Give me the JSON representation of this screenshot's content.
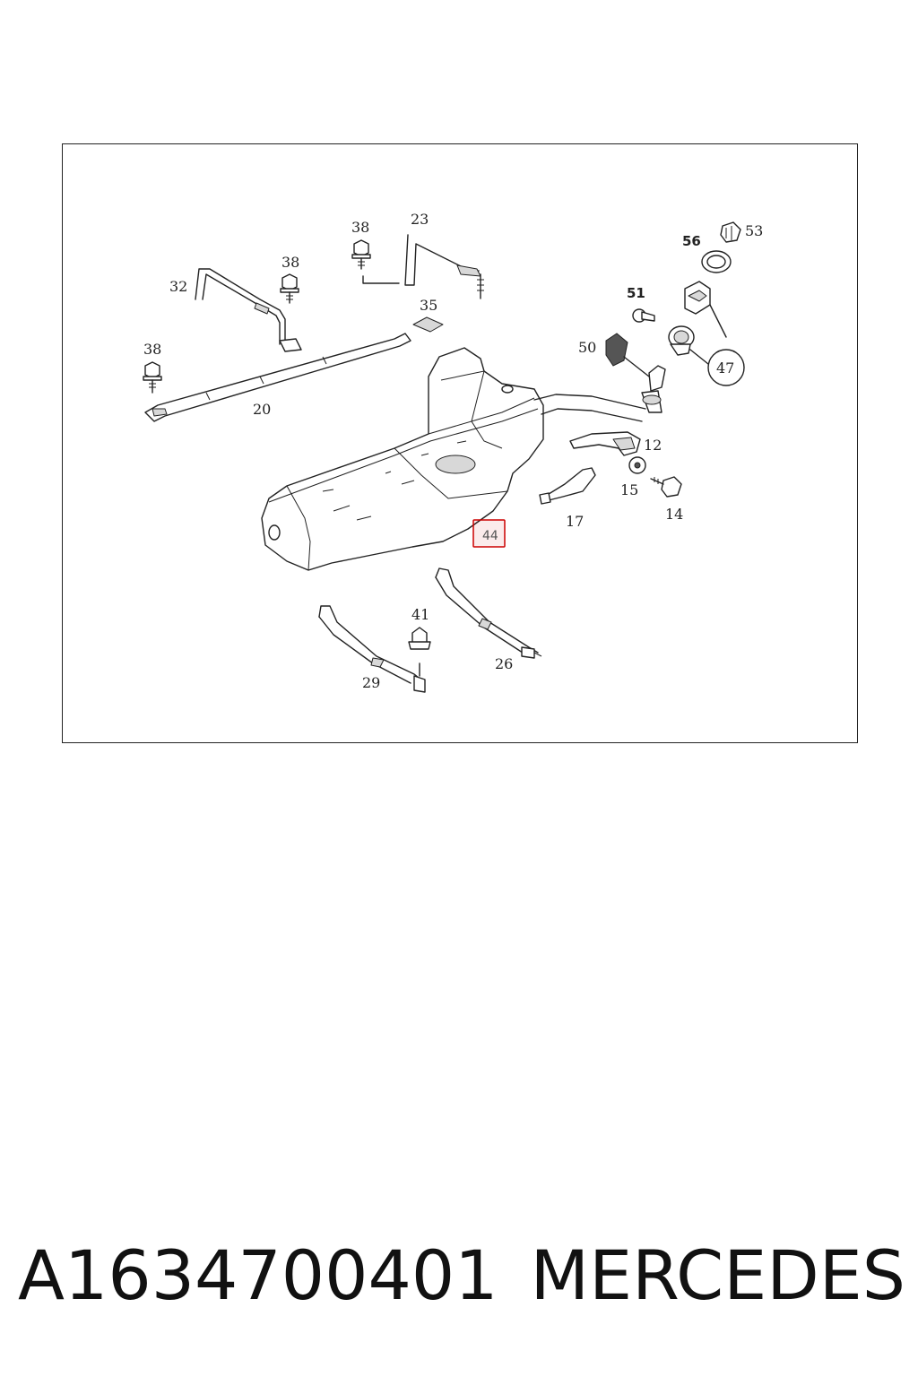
{
  "diagram": {
    "callouts": {
      "c38a": "38",
      "c23": "23",
      "c38b": "38",
      "c32": "32",
      "c35": "35",
      "c38c": "38",
      "c20": "20",
      "c56": "56",
      "c53": "53",
      "c51": "51",
      "c50": "50",
      "c47": "47",
      "c12": "12",
      "c15": "15",
      "c14": "14",
      "c17": "17",
      "c44": "44",
      "c41": "41",
      "c26": "26",
      "c29": "29"
    },
    "highlight_color": "#cc0000"
  },
  "footer": {
    "part_number": "A1634700401",
    "brand": "MERCEDES"
  }
}
